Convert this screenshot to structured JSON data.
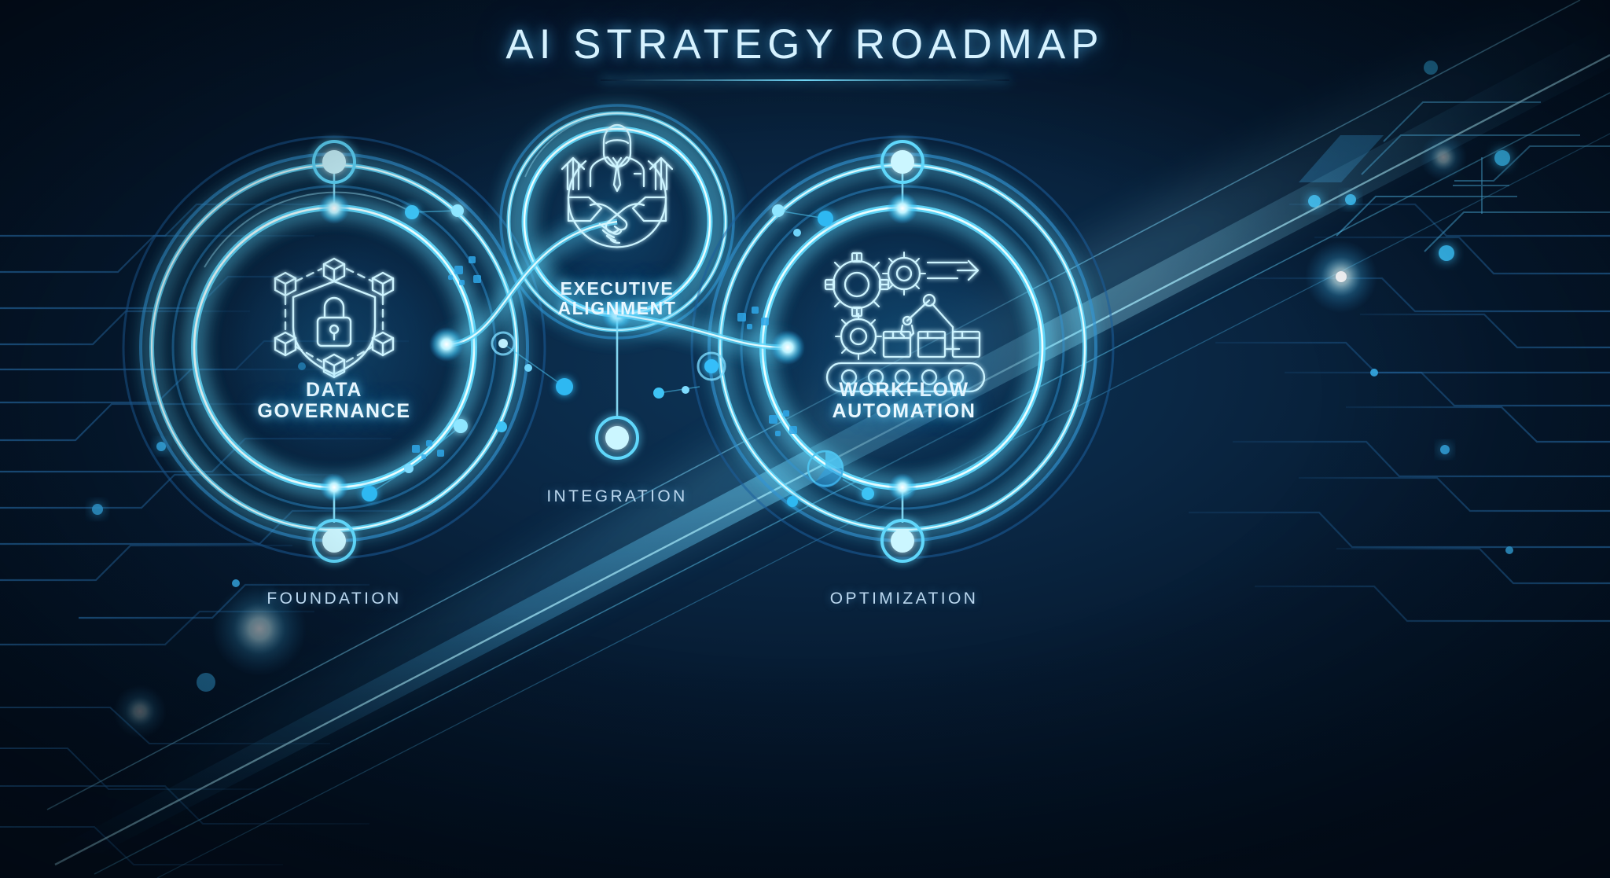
{
  "header": {
    "title": "AI STRATEGY ROADMAP"
  },
  "theme": {
    "background_deep": "#03101f",
    "background_mid": "#0a2744",
    "background_glow": "#0d3558",
    "neon_cyan": "#3fe0ff",
    "neon_white": "#d9fbff",
    "accent_blue": "#1e9bf0",
    "trace_blue": "#1a5c96",
    "title_text": "#d6f2ff",
    "caption_text": "#bcd8ef"
  },
  "nodes": [
    {
      "id": "data-governance",
      "title": "DATA\nGOVERNANCE",
      "stage_label": "FOUNDATION",
      "icon": "shield-lock-network-icon",
      "icon_description": "shield with padlock surrounded by six linked cubes"
    },
    {
      "id": "executive-alignment",
      "title": "EXECUTIVE\nALIGNMENT",
      "stage_label": "INTEGRATION",
      "icon": "handshake-executive-growth-icon",
      "icon_description": "businessperson above a handshake inside a circle with two upward arrows"
    },
    {
      "id": "workflow-automation",
      "title": "WORKFLOW\nAUTOMATION",
      "stage_label": "OPTIMIZATION",
      "icon": "gears-robot-conveyor-icon",
      "icon_description": "three gears, robotic arm and boxes on a conveyor belt with a forward arrow"
    }
  ]
}
